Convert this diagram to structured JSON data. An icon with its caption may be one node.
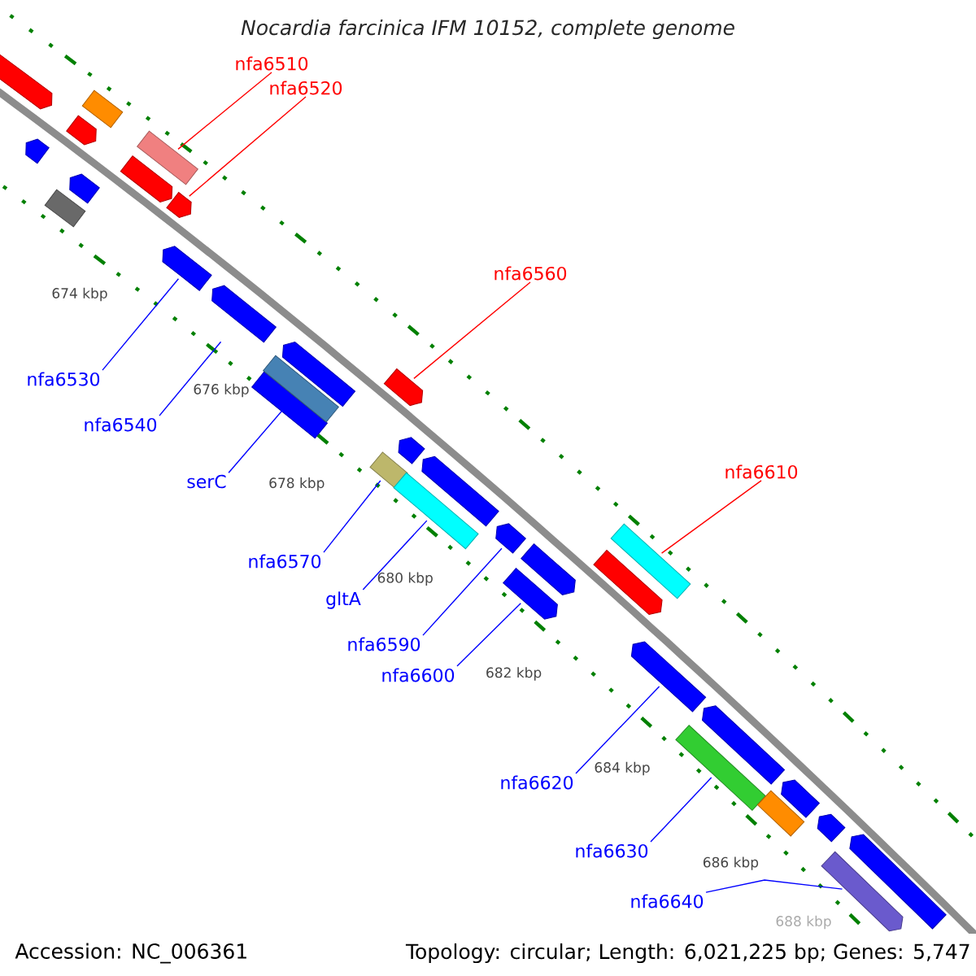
{
  "diagram": {
    "title": "Nocardia farcinica IFM 10152, complete genome",
    "nodes": [
      {
        "text": [
          "nfa6510"
        ]
      },
      {
        "text": [],
        "shape": "bar"
      },
      {
        "text": [
          "nfa6520"
        ]
      },
      {
        "text": [],
        "shape": "bar"
      },
      {
        "text": [
          "nfa6530"
        ]
      },
      {
        "text": [],
        "shape": "bar"
      },
      {
        "text": [
          "nfa6540"
        ]
      },
      {
        "text": [],
        "shape": "bar"
      },
      {
        "text": [
          "serC"
        ]
      },
      {
        "text": [],
        "shape": "bar"
      },
      {
        "text": [
          "nfa6560"
        ]
      },
      {
        "text": [],
        "shape": "bar"
      },
      {
        "text": [
          "nfa6570"
        ]
      },
      {
        "text": [],
        "shape": "bar"
      },
      {
        "text": [
          "gltA"
        ]
      },
      {
        "text": [],
        "shape": "bar"
      },
      {
        "text": [
          "nfa6590"
        ]
      },
      {
        "text": [],
        "shape": "bar"
      },
      {
        "text": [
          "nfa6600"
        ]
      },
      {
        "text": [],
        "shape": "bar"
      },
      {
        "text": [
          "nfa6610"
        ]
      },
      {
        "text": [],
        "shape": "bar"
      },
      {
        "text": [
          "nfa6620"
        ]
      },
      {
        "text": [],
        "shape": "bar"
      },
      {
        "text": [
          "nfa6630"
        ]
      },
      {
        "text": [],
        "shape": "bar"
      },
      {
        "text": [
          "nfa6640"
        ]
      },
      {
        "text": [],
        "shape": "bar"
      },
      {
        "text": [],
        "shape": "bar"
      },
      {
        "text": [],
        "shape": "bar"
      },
      {
        "text": [],
        "shape": "bar"
      },
      {
        "text": [],
        "shape": "bar"
      },
      {
        "text": [],
        "shape": "bar"
      },
      {
        "text": [],
        "shape": "bar"
      },
      {
        "text": [],
        "shape": "bar"
      },
      {
        "text": [],
        "shape": "bar"
      },
      {
        "text": [],
        "shape": "bar"
      },
      {
        "text": [],
        "shape": "bar"
      },
      {
        "text": [],
        "shape": "bar"
      },
      {
        "text": [],
        "shape": "bar"
      },
      {
        "text": [],
        "shape": "bar"
      },
      {
        "text": [],
        "shape": "bar"
      },
      {
        "text": [],
        "shape": "bar"
      },
      {
        "text": [],
        "shape": "bar"
      },
      {
        "text": [],
        "shape": "bar"
      },
      {
        "text": [],
        "shape": "bar"
      }
    ],
    "edges": [
      {
        "from": 0,
        "to": 1,
        "arrow": "none",
        "color": "#ff0000"
      },
      {
        "from": 2,
        "to": 3,
        "arrow": "none",
        "color": "#ff0000"
      },
      {
        "from": 4,
        "to": 5,
        "arrow": "none"
      },
      {
        "from": 6,
        "to": 7,
        "arrow": "none"
      },
      {
        "from": 8,
        "to": 9,
        "arrow": "none"
      },
      {
        "from": 10,
        "to": 11,
        "arrow": "none",
        "color": "#ff0000"
      },
      {
        "from": 12,
        "to": 13,
        "arrow": "none"
      },
      {
        "from": 14,
        "to": 15,
        "arrow": "none"
      },
      {
        "from": 16,
        "to": 17,
        "arrow": "none"
      },
      {
        "from": 18,
        "to": 19,
        "arrow": "none"
      },
      {
        "from": 20,
        "to": 21,
        "arrow": "none",
        "color": "#ff0000"
      },
      {
        "from": 22,
        "to": 23,
        "arrow": "none"
      },
      {
        "from": 24,
        "to": 25,
        "arrow": "none"
      },
      {
        "from": 26,
        "to": 27,
        "arrow": "none"
      }
    ],
    "labels": [
      "674 kbp",
      "676 kbp",
      "678 kbp",
      "680 kbp",
      "682 kbp",
      "684 kbp",
      "686 kbp",
      "688 kbp",
      "Accession: NC_006361",
      "Topology: circular; Length: 6,021,225 bp; Genes: 5,747"
    ]
  }
}
